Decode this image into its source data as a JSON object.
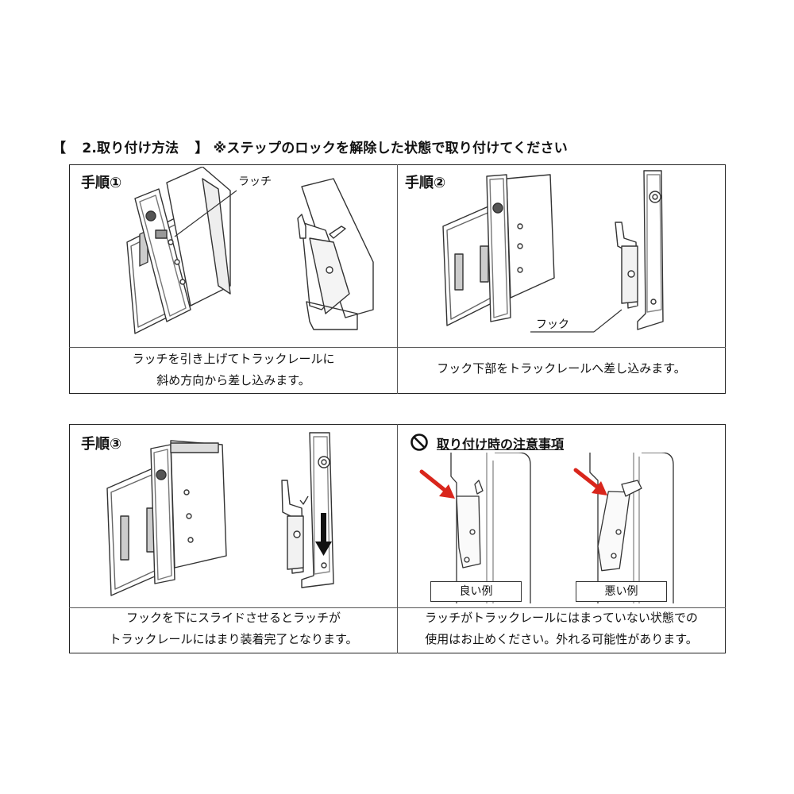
{
  "heading": {
    "bracket_open": "【",
    "title": "2.取り付け方法",
    "bracket_close": "】",
    "note": "※ステップのロックを解除した状態で取り付けてください"
  },
  "step1": {
    "label": "手順①",
    "callout": "ラッチ",
    "caption_line1": "ラッチを引き上げてトラックレールに",
    "caption_line2": "斜め方向から差し込みます。"
  },
  "step2": {
    "label": "手順②",
    "callout": "フック",
    "caption": "フック下部をトラックレールへ差し込みます。"
  },
  "step3": {
    "label": "手順③",
    "caption_line1": "フックを下にスライドさせるとラッチが",
    "caption_line2": "トラックレールにはまり装着完了となります。"
  },
  "caution": {
    "title": "取り付け時の注意事項",
    "good_label": "良い例",
    "bad_label": "悪い例",
    "caption_line1": "ラッチがトラックレールにはまっていない状態での",
    "caption_line2": "使用はお止めください。外れる可能性があります。"
  },
  "colors": {
    "border": "#222222",
    "arrow_red": "#d9261c",
    "line": "#333333"
  },
  "icons": [
    "prohibited-icon",
    "red-arrow-icon",
    "down-arrow-icon"
  ]
}
